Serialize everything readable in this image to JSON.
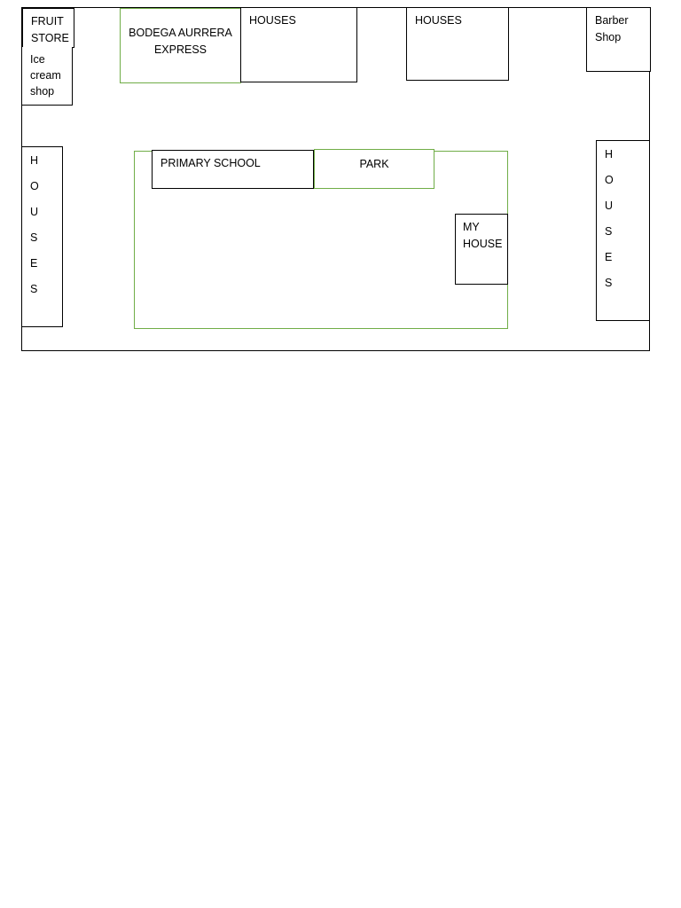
{
  "map": {
    "fruit_store": "FRUIT STORE",
    "bodega": "BODEGA AURRERA EXPRESS",
    "houses_top_left": "HOUSES",
    "houses_top_right": "HOUSES",
    "barber_shop": "Barber Shop",
    "ice_cream_shop": "Ice cream shop",
    "houses_left_letters": [
      "H",
      "O",
      "U",
      "S",
      "E",
      "S"
    ],
    "houses_right_letters": [
      "H",
      "O",
      "U",
      "S",
      "E",
      "S"
    ],
    "primary_school": "PRIMARY SCHOOL",
    "park": "PARK",
    "my_house": "MY HOUSE"
  },
  "colors": {
    "outline": "#000000",
    "green_outline": "#70ad47"
  }
}
